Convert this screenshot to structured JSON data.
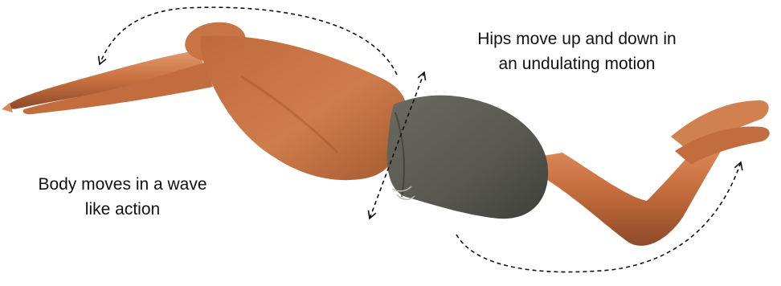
{
  "annotations": {
    "hips": {
      "line1": "Hips move up and down in",
      "line2": "an undulating motion"
    },
    "body": {
      "line1": "Body moves in a wave",
      "line2": "like action"
    }
  },
  "colors": {
    "skin_light": "#d8875a",
    "skin_mid": "#c26a3a",
    "skin_dark": "#8a4322",
    "shorts": "#5b5a52",
    "shorts_dark": "#44433d",
    "arrow": "#111111",
    "text": "#111111"
  },
  "icons": {
    "figure": "swimmer-butterfly-figure",
    "arrows": "dashed-motion-arrow"
  }
}
